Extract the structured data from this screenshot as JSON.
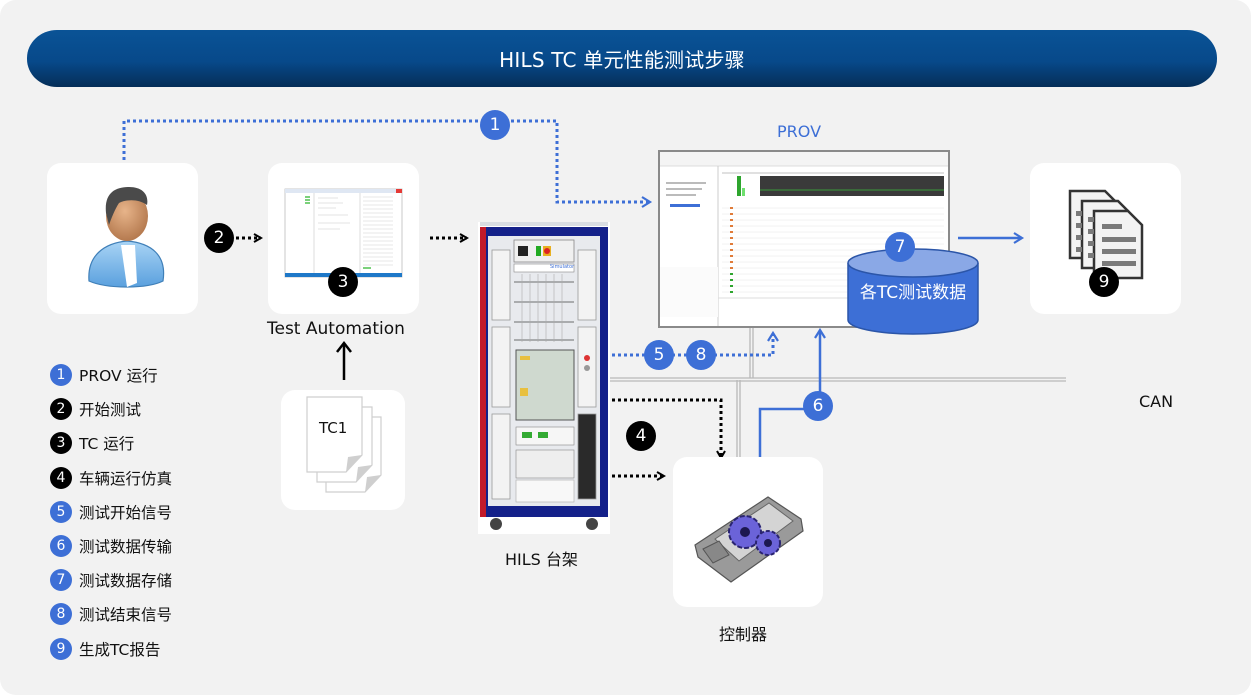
{
  "title": "HILS TC 单元性能测试步骤",
  "nodes": {
    "user": {
      "icon": "user-icon"
    },
    "test_automation": {
      "label": "Test Automation",
      "icon": "test-automation-window-icon"
    },
    "tc_docs": {
      "label": "TC1",
      "icon": "document-stack-icon"
    },
    "hils_rack": {
      "label": "HILS 台架",
      "icon": "hils-rack-icon",
      "rack_sign": "Simulator"
    },
    "prov": {
      "label": "PROV",
      "icon": "prov-software-window-icon"
    },
    "database": {
      "label": "各TC测试数据",
      "icon": "database-cylinder-icon"
    },
    "report": {
      "icon": "report-documents-icon"
    },
    "controller": {
      "label": "控制器",
      "icon": "ecu-gears-icon"
    },
    "bus": {
      "label": "CAN"
    }
  },
  "badges": {
    "b1": "1",
    "b2": "2",
    "b3": "3",
    "b4": "4",
    "b5": "5",
    "b6": "6",
    "b7": "7",
    "b8": "8",
    "b9": "9"
  },
  "legend": [
    {
      "num": "1",
      "text": "PROV 运行",
      "color": "blue"
    },
    {
      "num": "2",
      "text": "开始测试",
      "color": "black"
    },
    {
      "num": "3",
      "text": "TC 运行",
      "color": "black"
    },
    {
      "num": "4",
      "text": "车辆运行仿真",
      "color": "black"
    },
    {
      "num": "5",
      "text": "测试开始信号",
      "color": "blue"
    },
    {
      "num": "6",
      "text": "测试数据传输",
      "color": "blue"
    },
    {
      "num": "7",
      "text": "测试数据存储",
      "color": "blue"
    },
    {
      "num": "8",
      "text": "测试结束信号",
      "color": "blue"
    },
    {
      "num": "9",
      "text": "生成TC报告",
      "color": "blue"
    }
  ],
  "colors": {
    "title_bg": "#07498a",
    "accent_blue": "#3d6fd6",
    "black_badge": "#000000",
    "background": "#f2f2f2",
    "card": "#ffffff"
  }
}
